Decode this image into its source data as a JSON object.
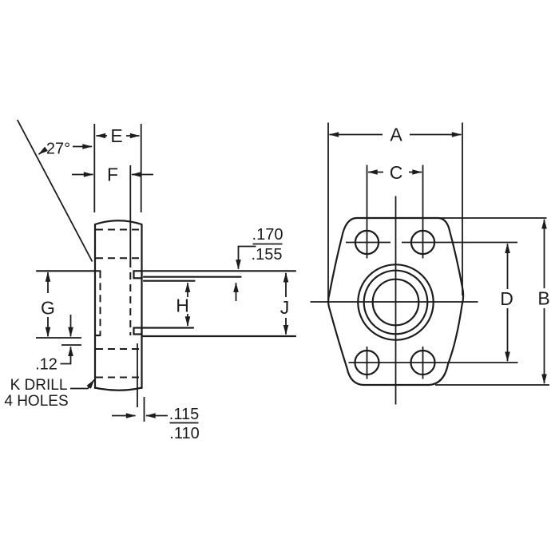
{
  "side_view": {
    "angle_label": "27°",
    "dim_e": "E",
    "dim_f": "F",
    "dim_g": "G",
    "dim_h": "H",
    "dim_j": "J",
    "offset_dim": ".12",
    "drill_note_line1": "K DRILL",
    "drill_note_line2": "4 HOLES",
    "gap_upper": ".170",
    "gap_lower": ".155",
    "standoff_upper": ".115",
    "standoff_lower": ".110"
  },
  "front_view": {
    "dim_a": "A",
    "dim_b": "B",
    "dim_c": "C",
    "dim_d": "D"
  },
  "colors": {
    "line": "#1c1c1c",
    "background": "#ffffff"
  }
}
